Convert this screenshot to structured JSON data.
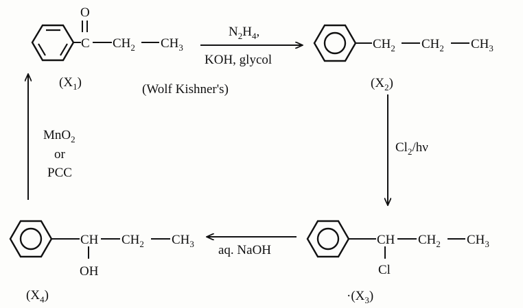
{
  "compounds": {
    "x1": {
      "label": "(X",
      "label_sub": "1",
      "label_end": ")",
      "carbonyl_o": "O",
      "carbonyl_c": "C",
      "chain_ch2": "CH",
      "chain_ch2_sub": "2",
      "chain_ch3": "CH",
      "chain_ch3_sub": "3"
    },
    "x2": {
      "label": "(X",
      "label_sub": "2",
      "label_end": ")",
      "chain_ch2a": "CH",
      "chain_ch2a_sub": "2",
      "chain_ch2b": "CH",
      "chain_ch2b_sub": "2",
      "chain_ch3": "CH",
      "chain_ch3_sub": "3"
    },
    "x3": {
      "label": "·(X",
      "label_sub": "3",
      "label_end": ")",
      "chain_ch": "CH",
      "chain_ch2": "CH",
      "chain_ch2_sub": "2",
      "chain_ch3": "CH",
      "chain_ch3_sub": "3",
      "substituent": "Cl"
    },
    "x4": {
      "label": "(X",
      "label_sub": "4",
      "label_end": ")",
      "chain_ch": "CH",
      "chain_ch2": "CH",
      "chain_ch2_sub": "2",
      "chain_ch3": "CH",
      "chain_ch3_sub": "3",
      "substituent": "OH"
    }
  },
  "reactions": {
    "wolff_kishner": {
      "reagent_top": "N",
      "reagent_top_sub1": "2",
      "reagent_top_mid": "H",
      "reagent_top_sub2": "4",
      "reagent_top_end": ",",
      "reagent_bottom": "KOH, glycol",
      "name": "(Wolf Kishner's)"
    },
    "chlorination": {
      "reagent": "Cl",
      "reagent_sub": "2",
      "reagent_end": "/hν"
    },
    "hydrolysis": {
      "reagent": "aq. NaOH"
    },
    "oxidation": {
      "reagent_line1": "MnO",
      "reagent_line1_sub": "2",
      "reagent_line2": "or",
      "reagent_line3": "PCC"
    }
  },
  "style": {
    "ink_color": "#111111",
    "paper_color": "#fdfdfb"
  }
}
